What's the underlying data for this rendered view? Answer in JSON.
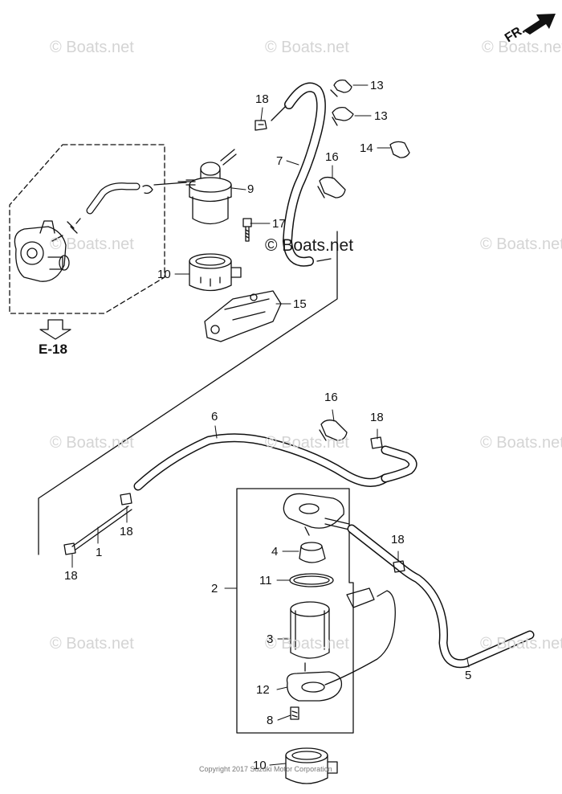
{
  "watermarks": {
    "faint": "© Boats.net",
    "center": "© Boats.net"
  },
  "direction": {
    "label": "FR."
  },
  "reference": {
    "label": "E-18"
  },
  "callouts": {
    "c13a": "13",
    "c13b": "13",
    "c14": "14",
    "c18a": "18",
    "c7": "7",
    "c16a": "16",
    "c9": "9",
    "c17": "17",
    "c10a": "10",
    "c15": "15",
    "c16b": "16",
    "c6": "6",
    "c18b": "18",
    "c18c": "18",
    "c1": "1",
    "c18d": "18",
    "c18e": "18",
    "c4": "4",
    "c11": "11",
    "c2": "2",
    "c3": "3",
    "c5": "5",
    "c12": "12",
    "c8": "8",
    "c10b": "10"
  },
  "copyright": "Copyright 2017 Suzuki Motor Corporation"
}
